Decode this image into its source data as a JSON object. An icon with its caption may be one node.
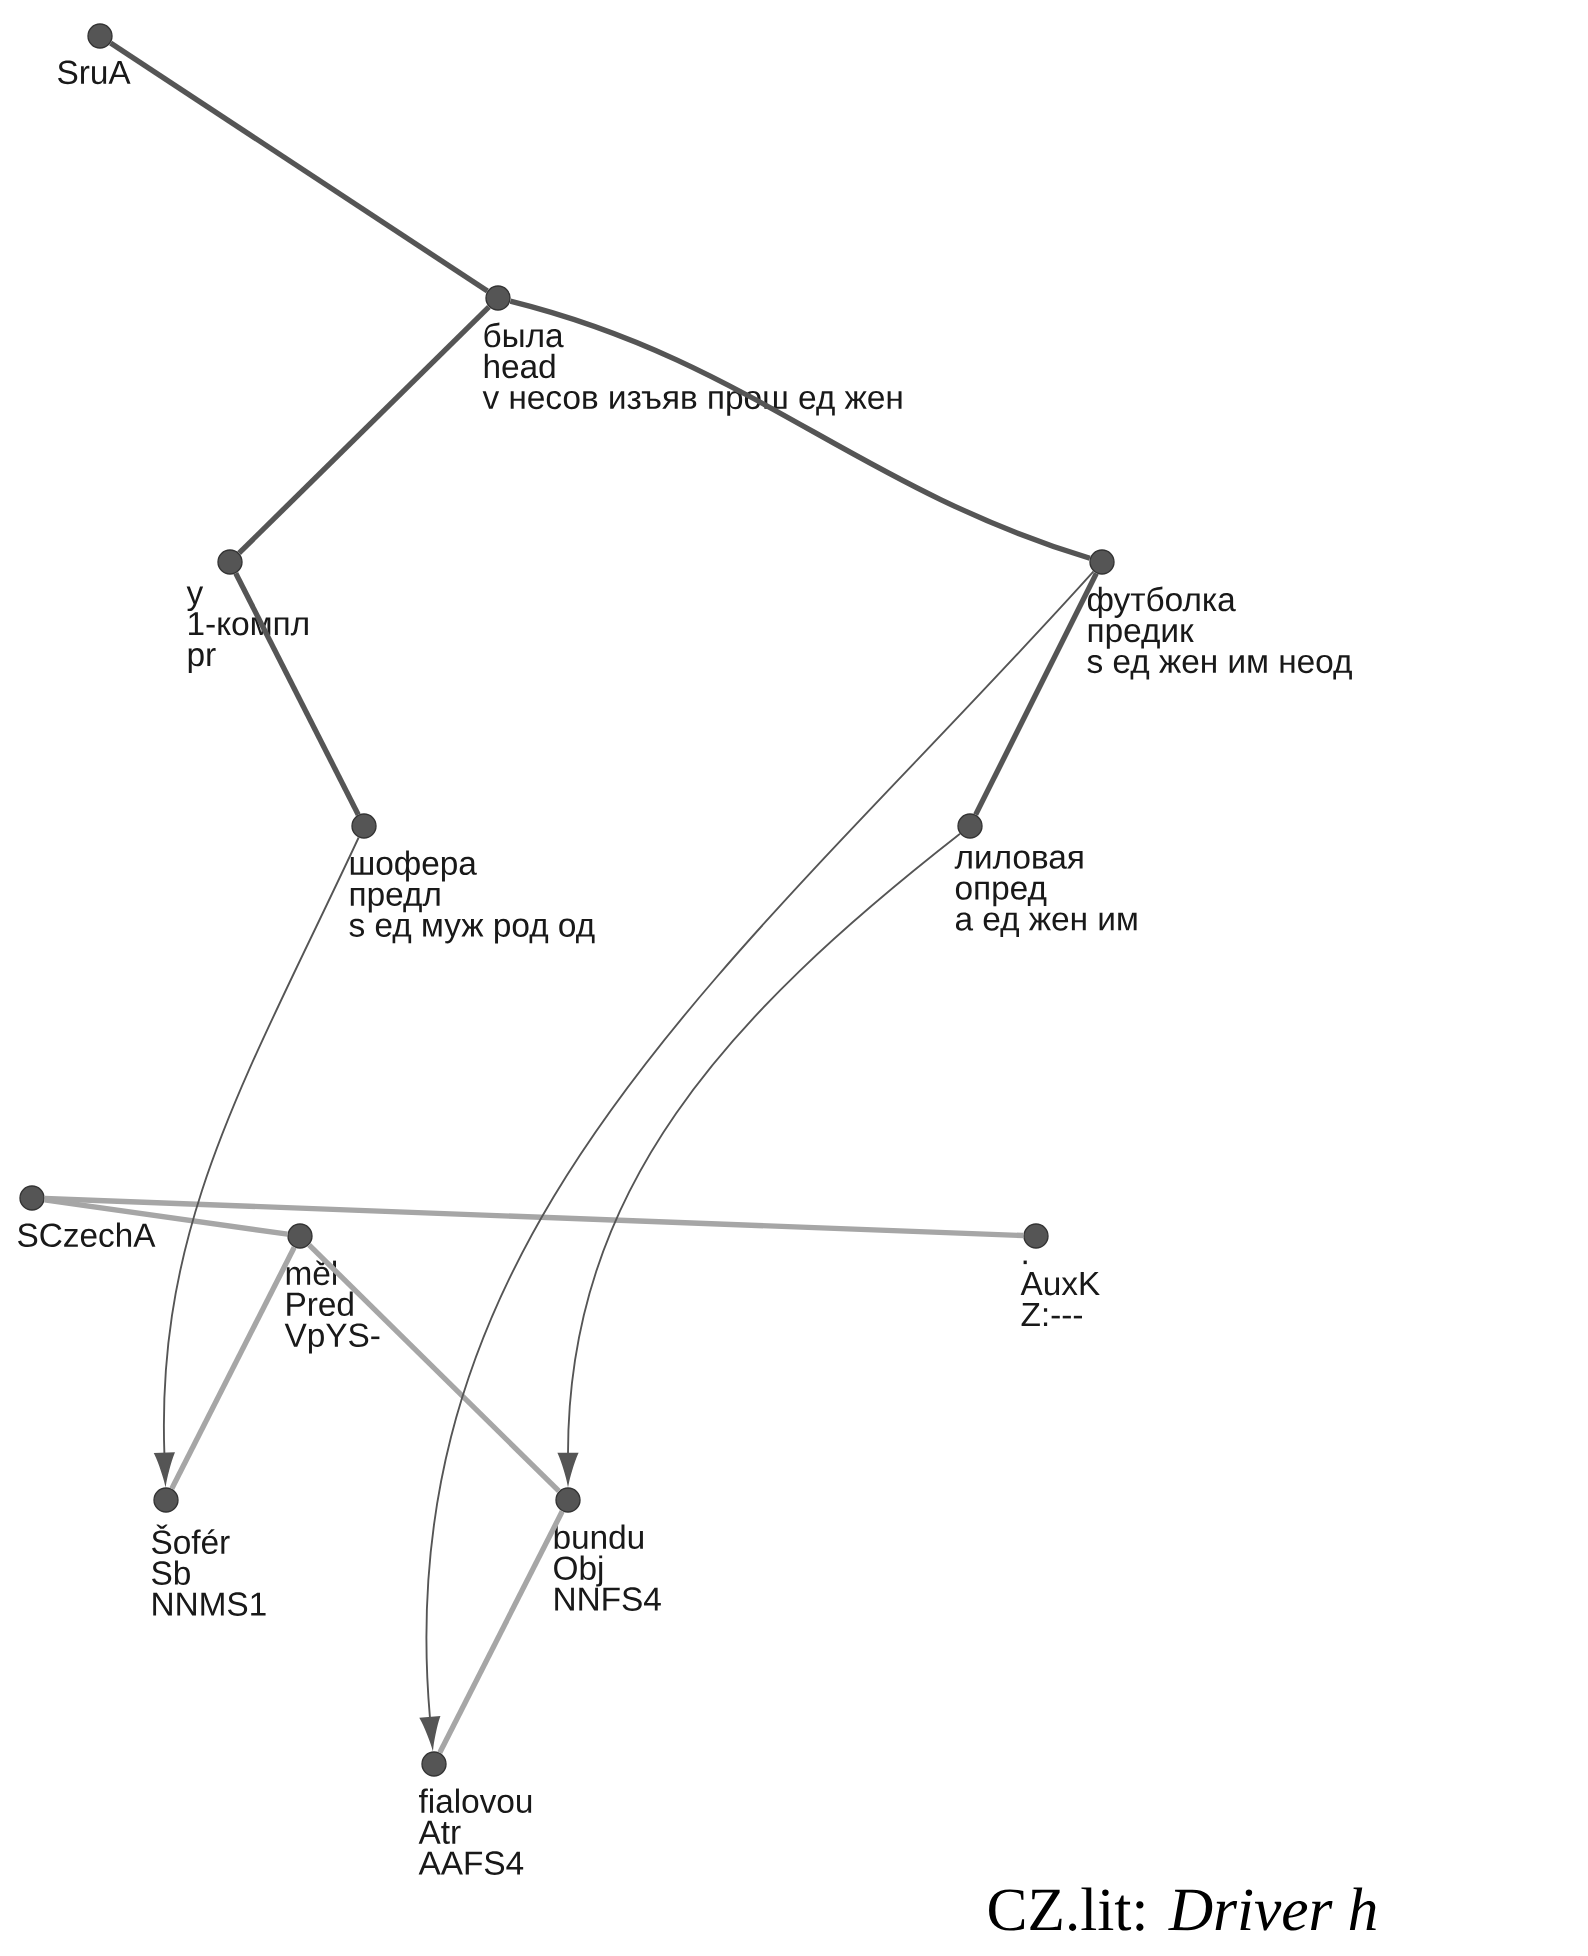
{
  "diagram": {
    "caption": "CZ.lit: *Driver h*",
    "nodes": [
      {
        "text": [
          "SruA"
        ]
      },
      {
        "text": [
          "была",
          "head",
          "v несов изъяв прош ед жен"
        ]
      },
      {
        "text": [
          "у",
          "1-компл",
          "pr"
        ]
      },
      {
        "text": [
          "футболка",
          "предик",
          "s ед жен им неод"
        ]
      },
      {
        "text": [
          "шофера",
          "предл",
          "s ед муж род од"
        ]
      },
      {
        "text": [
          "лиловая",
          "опред",
          "a ед жен им"
        ]
      },
      {
        "text": [
          "SCzechA"
        ]
      },
      {
        "text": [
          "měl",
          "Pred",
          "VpYS-"
        ]
      },
      {
        "text": [
          ".",
          "AuxK",
          "Z:---"
        ]
      },
      {
        "text": [
          "Šofér",
          "Sb",
          "NNMS1"
        ]
      },
      {
        "text": [
          "bundu",
          "Obj",
          "NNFS4"
        ]
      },
      {
        "text": [
          "fialovou",
          "Atr",
          "AAFS4"
        ]
      }
    ],
    "edges": [
      {
        "from": 0,
        "to": 1,
        "arrow": "none"
      },
      {
        "from": 1,
        "to": 2,
        "arrow": "none"
      },
      {
        "from": 1,
        "to": 3,
        "arrow": "none"
      },
      {
        "from": 2,
        "to": 4,
        "arrow": "none"
      },
      {
        "from": 3,
        "to": 5,
        "arrow": "none"
      },
      {
        "from": 6,
        "to": 7,
        "arrow": "none",
        "color": "#a6a6a6"
      },
      {
        "from": 6,
        "to": 8,
        "arrow": "none",
        "color": "#a6a6a6"
      },
      {
        "from": 7,
        "to": 9,
        "arrow": "none",
        "color": "#a6a6a6"
      },
      {
        "from": 7,
        "to": 10,
        "arrow": "none",
        "color": "#a6a6a6"
      },
      {
        "from": 10,
        "to": 11,
        "arrow": "none",
        "color": "#a6a6a6"
      },
      {
        "from": 4,
        "to": 9,
        "arrow": "to"
      },
      {
        "from": 5,
        "to": 10,
        "arrow": "to"
      },
      {
        "from": 3,
        "to": 11,
        "arrow": "to"
      }
    ]
  }
}
